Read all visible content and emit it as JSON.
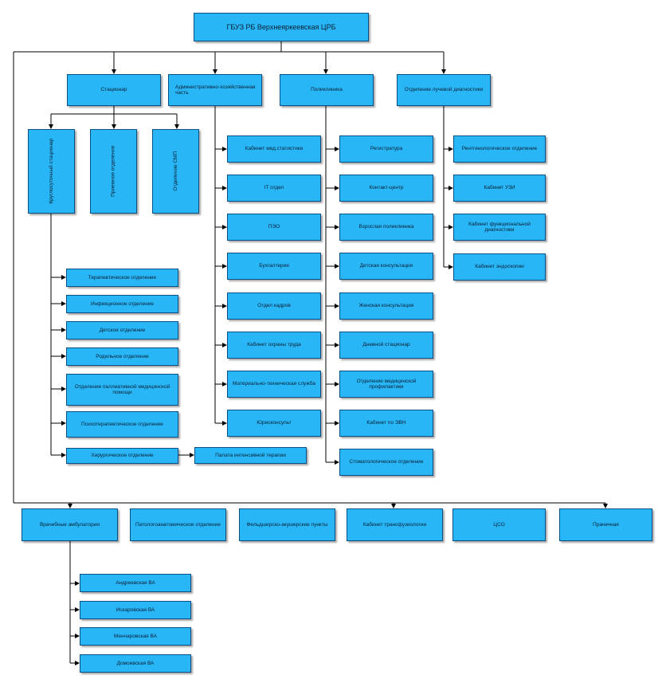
{
  "root": "ГБУЗ РБ Верхнеяркеевская ЦРБ",
  "level1": {
    "stacionar": "Стационар",
    "aho": "Административно-хозяйственная часть",
    "poliklinika": "Поликлиника",
    "luchevaya": "Отделение лучевой диагностики"
  },
  "stacionar_sub": {
    "kruglosutochny": "Круглосуточный стационар",
    "priemnoe": "Приемное отделение",
    "smp": "Отделение СМП"
  },
  "otdeleniya": [
    "Терапевтическое отделение",
    "Инфекционное отделение",
    "Детское отделение",
    "Родильное отделение",
    "Отделение паллиативной медицинской помощи",
    "Психотерапевтическое отделение",
    "Хирургическое отделение"
  ],
  "palata": "Палата интенсивной терапии",
  "aho_items": [
    "Кабинет мед.статистики",
    "IT отдел",
    "ПЭО",
    "Бухгалтерия",
    "Отдел кадров",
    "Кабинет охраны труда",
    "Материально-техническая служба",
    "Юрисконсульт"
  ],
  "poliklinika_items": [
    "Регистратура",
    "Контакт-центр",
    "Взрослая поликлиника",
    "Детская консультация",
    "Женская консультация",
    "Дневной стационар",
    "Отделение медицинской профилактики",
    "Кабинет по ЭВН",
    "Стоматологическое отделение"
  ],
  "luchevaya_items": [
    "Рентгенологическое отделение",
    "Кабинет УЗИ",
    "Кабинет функциональной диагностики",
    "Кабинет эндоскопии"
  ],
  "bottom_row": [
    "Врачебные амбулатории",
    "Патологоанатомическое отделение",
    "Фельдшерско-акушерские пункты",
    "Кабинет трансфузиологии",
    "ЦСО",
    "Прачечная"
  ],
  "ambulatorii": [
    "Андреевская ВА",
    "Искаровская ВА",
    "Менчаровская ВА",
    "Домоевская ВА"
  ],
  "colors": {
    "box_fill": "#29b6f6",
    "box_border": "#0a4f86",
    "line": "#000000"
  }
}
